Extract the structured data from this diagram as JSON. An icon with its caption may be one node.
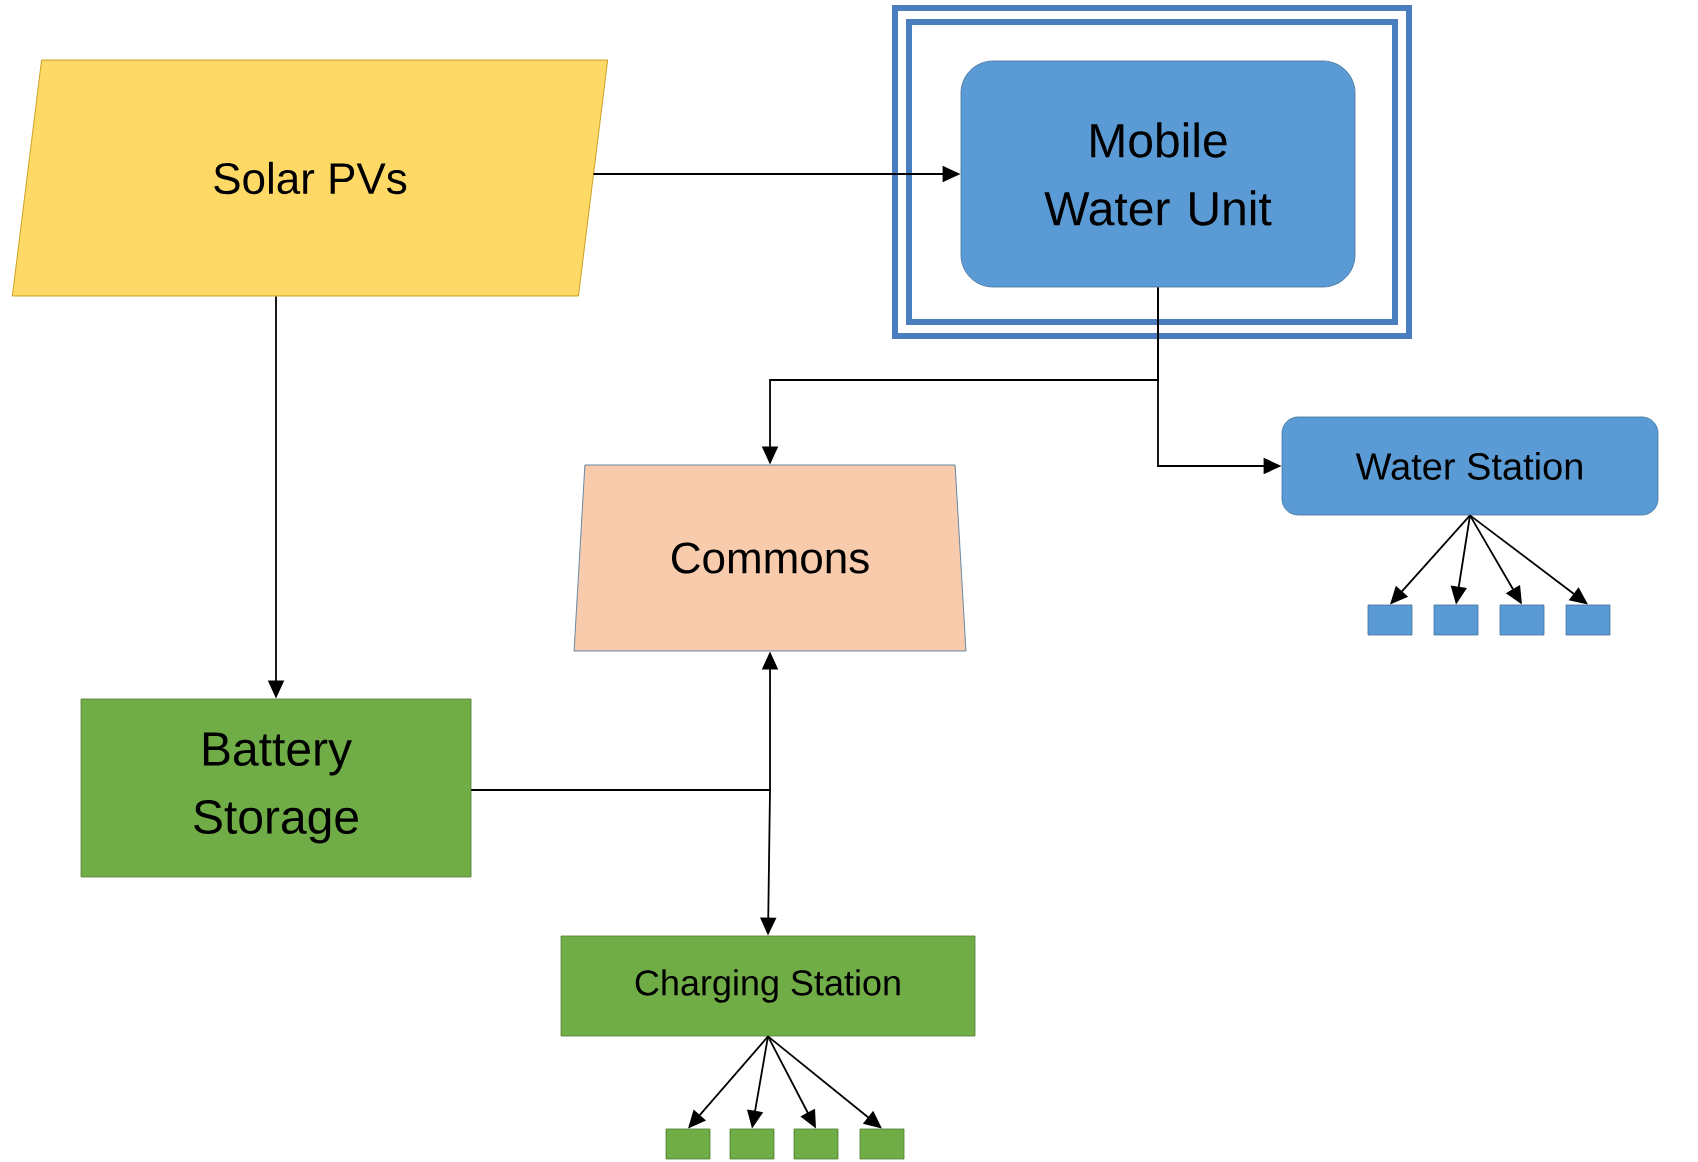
{
  "diagram": {
    "nodes": [
      {
        "text": [
          "Solar PVs"
        ]
      },
      {
        "text": [],
        "shape": "box"
      },
      {
        "text": [
          "Mobile Water Unit"
        ],
        "in": 1
      },
      {
        "text": [
          "Commons"
        ]
      },
      {
        "text": [
          "Water Station"
        ]
      },
      {
        "text": [],
        "shape": "box"
      },
      {
        "text": [],
        "shape": "box"
      },
      {
        "text": [],
        "shape": "box"
      },
      {
        "text": [],
        "shape": "box"
      },
      {
        "text": [
          "Battery Storage"
        ]
      },
      {
        "text": [
          "Charging Station"
        ]
      },
      {
        "text": [],
        "shape": "box"
      },
      {
        "text": [],
        "shape": "box"
      },
      {
        "text": [],
        "shape": "box"
      },
      {
        "text": [],
        "shape": "box"
      }
    ],
    "edges": [
      {
        "from": 0,
        "to": 2,
        "arrow": "to"
      },
      {
        "from": 0,
        "to": 9,
        "arrow": "to"
      },
      {
        "from": 2,
        "to": 3,
        "arrow": "to"
      },
      {
        "from": 2,
        "to": 4,
        "arrow": "to"
      },
      {
        "from": 9,
        "to": 3,
        "arrow": "to"
      },
      {
        "from": 9,
        "to": 10,
        "arrow": "to"
      },
      {
        "from": 4,
        "to": 5,
        "arrow": "to"
      },
      {
        "from": 4,
        "to": 6,
        "arrow": "to"
      },
      {
        "from": 4,
        "to": 7,
        "arrow": "to"
      },
      {
        "from": 4,
        "to": 8,
        "arrow": "to"
      },
      {
        "from": 10,
        "to": 11,
        "arrow": "to"
      },
      {
        "from": 10,
        "to": 12,
        "arrow": "to"
      },
      {
        "from": 10,
        "to": 13,
        "arrow": "to"
      },
      {
        "from": 10,
        "to": 14,
        "arrow": "to"
      }
    ]
  }
}
